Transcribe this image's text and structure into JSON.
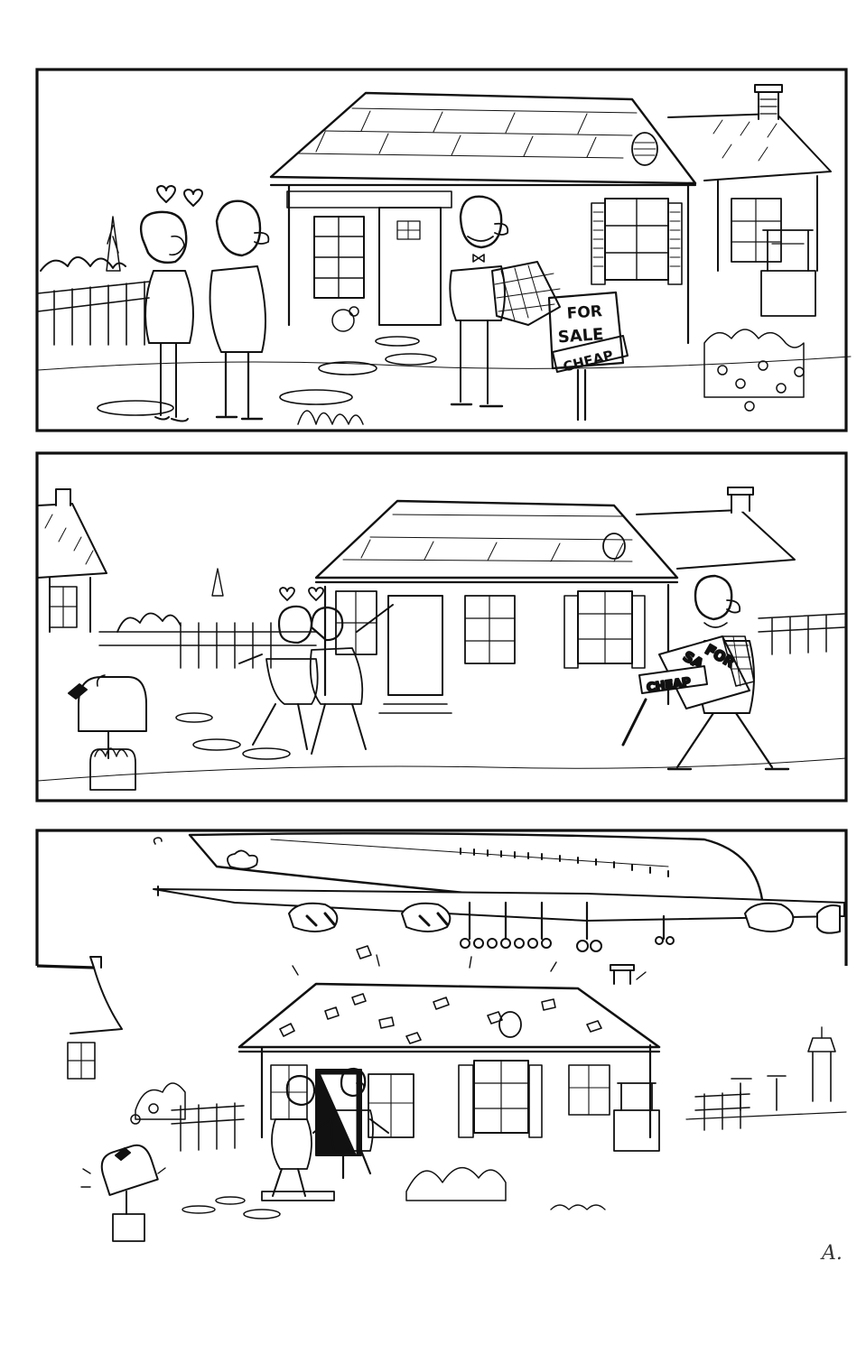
{
  "page": {
    "type": "comic-strip",
    "panel_count": 3,
    "colors": {
      "ink": "#111111",
      "paper": "#ffffff"
    }
  },
  "panels": [
    {
      "index": 1,
      "description": "Smiling couple with hearts greets a grinning realtor holding a plaid jacket in front of a cottage; sign in yard",
      "sign": {
        "line1": "FOR",
        "line2": "SALE",
        "banner": "CHEAP"
      }
    },
    {
      "index": 2,
      "description": "Couple rushes happily toward house; realtor walks away carrying the sign, grinning",
      "sign": {
        "line1": "SA",
        "line2": "FOR",
        "banner": "CHEAP"
      }
    },
    {
      "index": 3,
      "description": "Jumbo jet roars just over the house, shaking roof shingles loose; couple flees out the front door",
      "airport_props": [
        "control-tower",
        "runway-lights"
      ]
    }
  ],
  "signature": {
    "text": "A."
  }
}
